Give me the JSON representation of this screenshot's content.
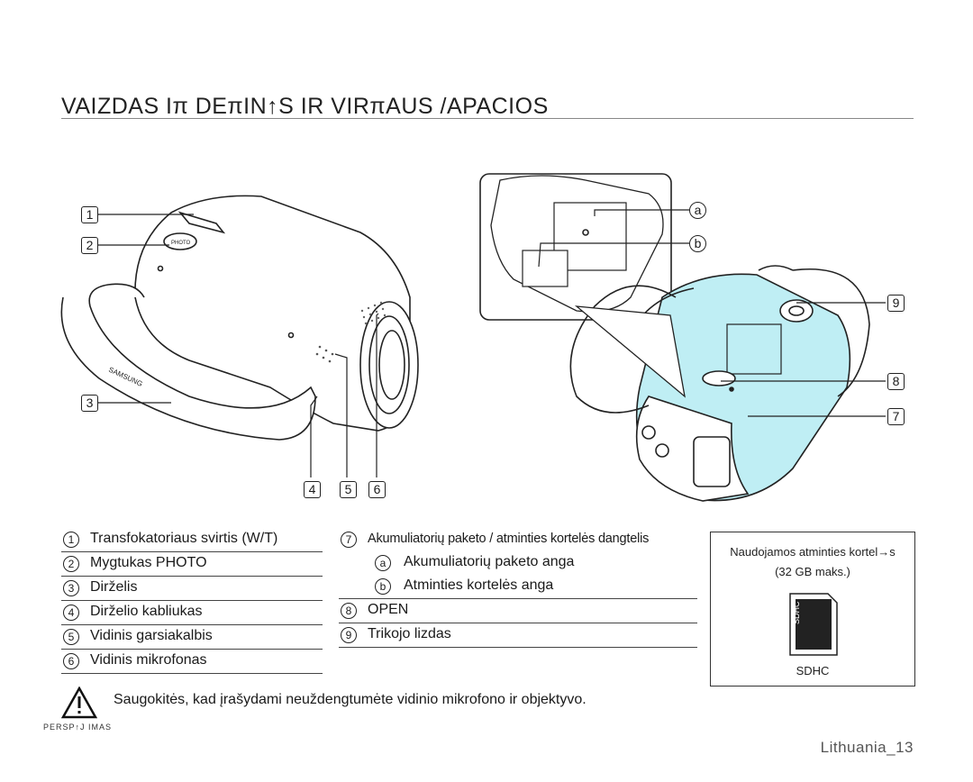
{
  "header": {
    "title": "VAIZDAS Iπ DEπIN↑S IR VIRπAUS /APACIOS"
  },
  "callouts": {
    "left": [
      "1",
      "2",
      "3"
    ],
    "bottom": [
      "4",
      "5",
      "6"
    ],
    "right": [
      "9",
      "8",
      "7"
    ],
    "letters": [
      "a",
      "b"
    ]
  },
  "legend": {
    "left": [
      {
        "num": "1",
        "label": "Transfokatoriaus svirtis (W/T)"
      },
      {
        "num": "2",
        "label": "Mygtukas PHOTO"
      },
      {
        "num": "3",
        "label": "Dirželis"
      },
      {
        "num": "4",
        "label": "Dirželio kabliukas"
      },
      {
        "num": "5",
        "label": "Vidinis garsiakalbis"
      },
      {
        "num": "6",
        "label": "Vidinis mikrofonas"
      }
    ],
    "right_main": {
      "num": "7",
      "label": "Akumuliatorių paketo / atminties kortelės dangtelis"
    },
    "right_sub": [
      {
        "letter": "a",
        "label": "Akumuliatorių paketo anga"
      },
      {
        "letter": "b",
        "label": "Atminties kortelės anga"
      }
    ],
    "right_rest": [
      {
        "num": "8",
        "label": "OPEN"
      },
      {
        "num": "9",
        "label": "Trikojo lizdas"
      }
    ]
  },
  "card": {
    "line1": "Naudojamos atminties kortel→s",
    "line2": "(32 GB maks.)",
    "type": "SDHC"
  },
  "warning": {
    "text": "Saugokitės, kad įrašydami neuždengtumėte vidinio mikrofono ir objektyvo.",
    "label": "PERSP↑J IMAS"
  },
  "footer": {
    "page": "Lithuania_13"
  },
  "colors": {
    "highlight": "#bfeef4",
    "line": "#222222"
  }
}
